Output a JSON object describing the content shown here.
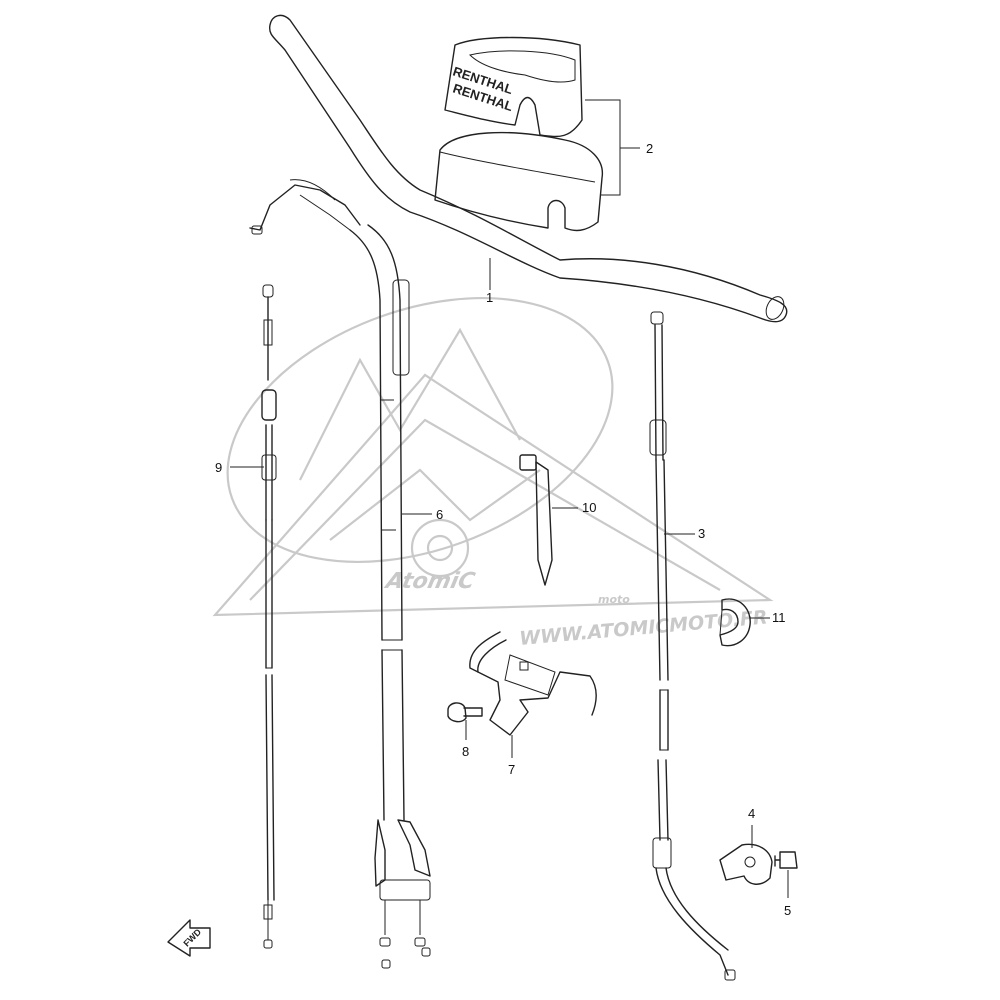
{
  "watermark": {
    "brand_text": "AtomiC",
    "sub_text": "moto",
    "url_text": "WWW.ATOMICMOTO.FR"
  },
  "pad_print": {
    "top_text": "RENTHAL",
    "side_text": "RENTHAL"
  },
  "fwd_label": "FWD",
  "callouts": {
    "c1": "1",
    "c2": "2",
    "c3": "3",
    "c4": "4",
    "c5": "5",
    "c6": "6",
    "c7": "7",
    "c8": "8",
    "c9": "9",
    "c10": "10",
    "c11": "11"
  },
  "colors": {
    "line": "#222222",
    "watermark": "#c9c9c9",
    "background": "#ffffff"
  }
}
